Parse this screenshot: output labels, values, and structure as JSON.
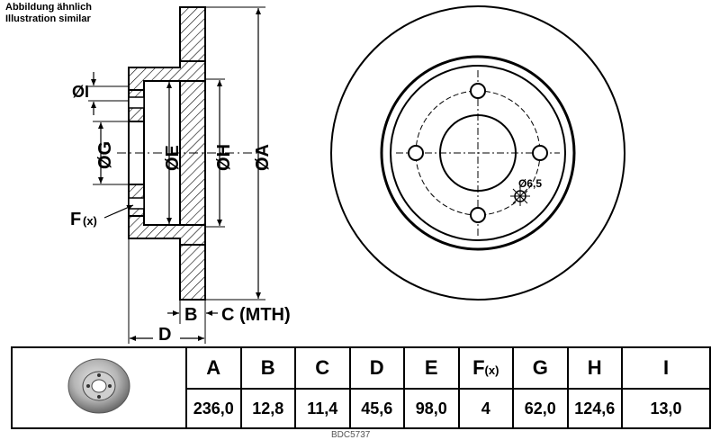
{
  "caption": {
    "line1": "Abbildung ähnlich",
    "line2": "Illustration similar"
  },
  "drawing_labels": {
    "I": "ØI",
    "G": "ØG",
    "E": "ØE",
    "H": "ØH",
    "A": "ØA",
    "F": "F",
    "F_suffix": "(x)",
    "B": "B",
    "C": "C (MTH)",
    "D": "D",
    "bolt_hole": "Ø6,5"
  },
  "spec_table": {
    "headers": [
      "A",
      "B",
      "C",
      "D",
      "E",
      "F",
      "G",
      "H",
      "I"
    ],
    "header_F_suffix": "(x)",
    "values": [
      "236,0",
      "12,8",
      "11,4",
      "45,6",
      "98,0",
      "4",
      "62,0",
      "124,6",
      "13,0"
    ]
  },
  "footer_code": "BDC5737"
}
